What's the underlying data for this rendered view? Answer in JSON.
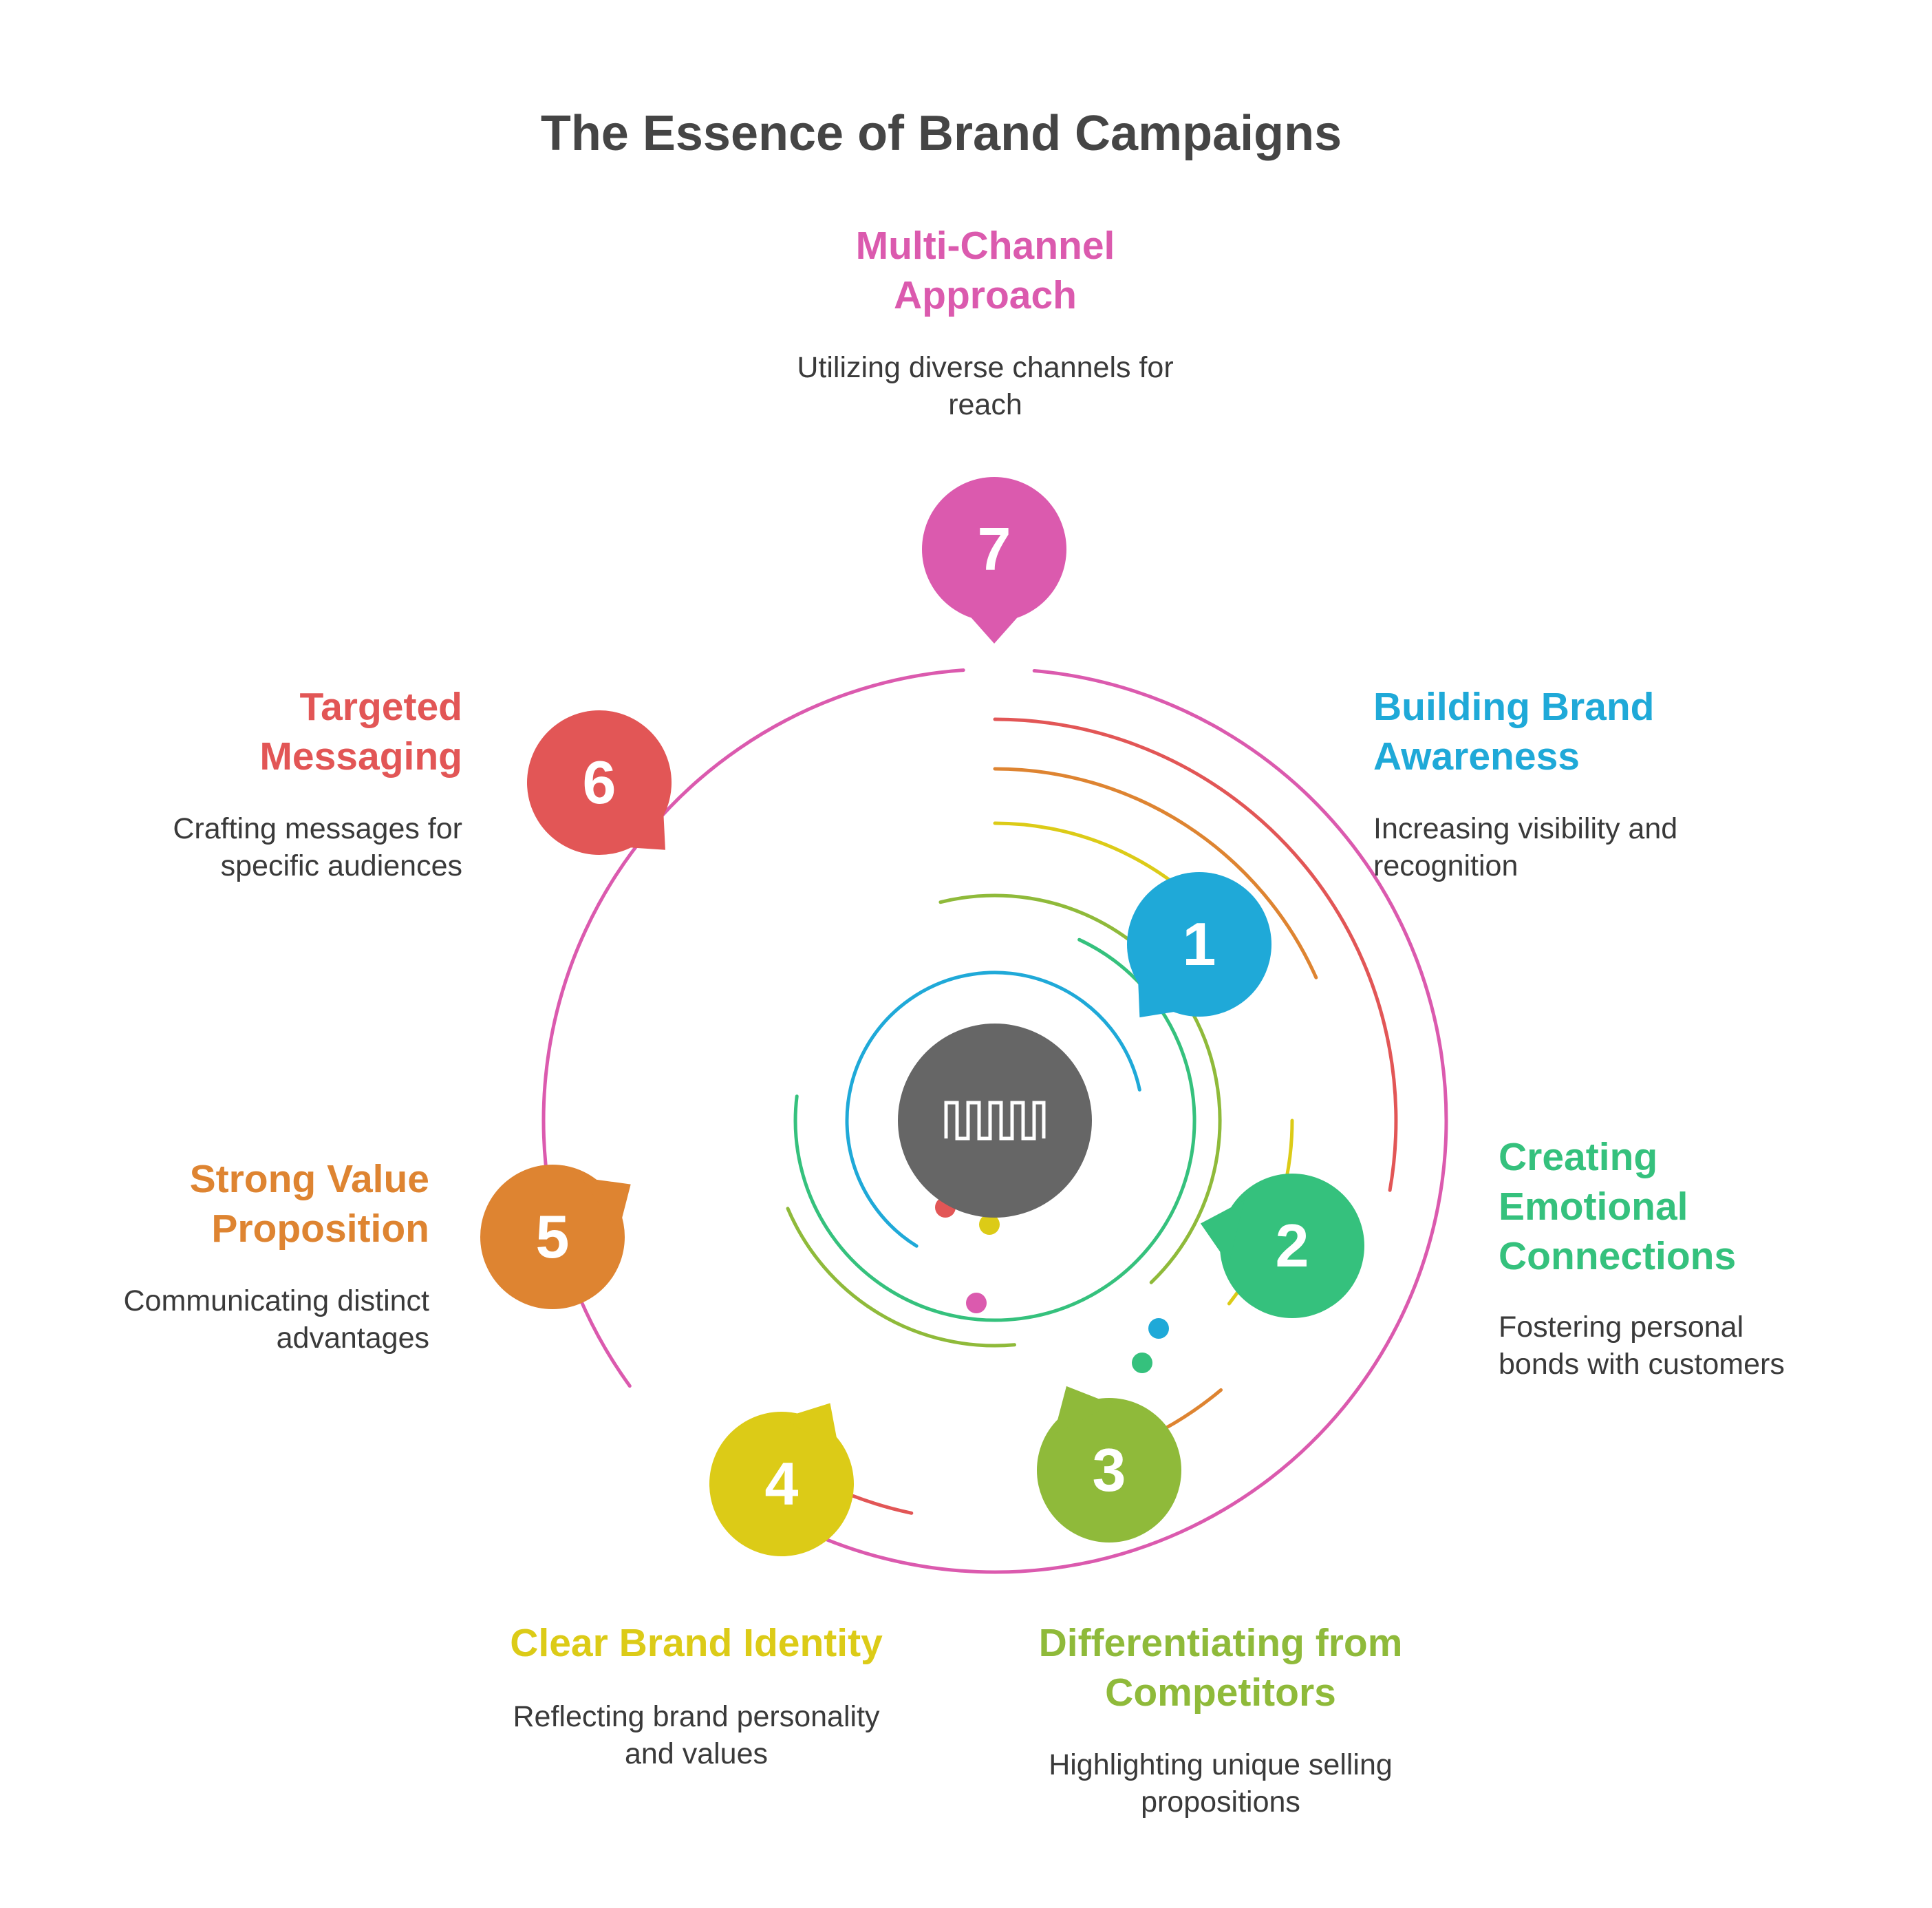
{
  "title": "The Essence of Brand Campaigns",
  "colors": {
    "title": "#454545",
    "text": "#3a3a3a",
    "center": "#666666",
    "center_icon": "#ffffff"
  },
  "center_icon": "square-wave-icon",
  "steps": [
    {
      "number": "1",
      "heading": [
        "Building Brand",
        "Awareness"
      ],
      "description": [
        "Increasing visibility and",
        "recognition"
      ],
      "color": "#1fa9d8"
    },
    {
      "number": "2",
      "heading": [
        "Creating",
        "Emotional",
        "Connections"
      ],
      "description": [
        "Fostering personal",
        "bonds with customers"
      ],
      "color": "#35c17d"
    },
    {
      "number": "3",
      "heading": [
        "Differentiating from",
        "Competitors"
      ],
      "description": [
        "Highlighting unique selling",
        "propositions"
      ],
      "color": "#8fba3a"
    },
    {
      "number": "4",
      "heading": [
        "Clear Brand Identity"
      ],
      "description": [
        "Reflecting brand personality",
        "and values"
      ],
      "color": "#dccb17"
    },
    {
      "number": "5",
      "heading": [
        "Strong Value",
        "Proposition"
      ],
      "description": [
        "Communicating distinct",
        "advantages"
      ],
      "color": "#de8431"
    },
    {
      "number": "6",
      "heading": [
        "Targeted",
        "Messaging"
      ],
      "description": [
        "Crafting messages for",
        "specific audiences"
      ],
      "color": "#e25656"
    },
    {
      "number": "7",
      "heading": [
        "Multi-Channel",
        "Approach"
      ],
      "description": [
        "Utilizing diverse channels for",
        "reach"
      ],
      "color": "#db5aae"
    }
  ]
}
